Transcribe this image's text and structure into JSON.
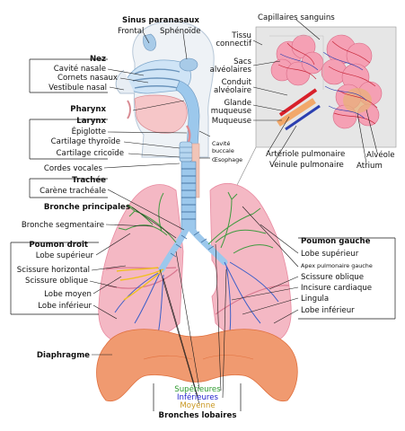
{
  "labels": {
    "sinus_title": "Sinus paranasaux",
    "frontal": "Frontal",
    "sphenoide": "Sphénoïde",
    "nez_title": "Nez",
    "cavite_nasale": "Cavité nasale",
    "cornets_nasaux": "Cornets nasaux",
    "vestibule_nasal": "Vestibule nasal",
    "pharynx": "Pharynx",
    "larynx_title": "Larynx",
    "epiglotte": "Épiglotte",
    "cartilage_thyroide": "Cartilage thyroïde",
    "cartilage_cricoide": "Cartilage cricoïde",
    "cordes_vocales": "Cordes vocales",
    "trachee_title": "Trachée",
    "carene_tracheale": "Carène trachéale",
    "bronche_principales": "Bronche principales",
    "bronche_segmentaire": "Bronche segmentaire",
    "poumon_droit_title": "Poumon droit",
    "pd_lobe_superieur": "Lobe supérieur",
    "pd_scissure_horizontal": "Scissure horizontal",
    "pd_scissure_oblique": "Scissure oblique",
    "pd_lobe_moyen": "Lobe moyen",
    "pd_lobe_inferieur": "Lobe inférieur",
    "diaphragme": "Diaphragme",
    "superieures": "Supérieures",
    "inferieures": "Inférieures",
    "moyenne": "Moyenne",
    "bronches_lobaires": "Bronches lobaires",
    "capillaires_sanguins": "Capillaires sanguins",
    "tissu_connectif_1": "Tissu",
    "tissu_connectif_2": "connectif",
    "sacs_alveolaires_1": "Sacs",
    "sacs_alveolaires_2": "alvéolaires",
    "conduit_alveolaire_1": "Conduit",
    "conduit_alveolaire_2": "alvéolaire",
    "glande_muqueuse_1": "Glande",
    "glande_muqueuse_2": "muqueuse",
    "muqueuse": "Muqueuse",
    "cavite_buccale_1": "Cavité",
    "cavite_buccale_2": "buccale",
    "oesophage": "Œsophage",
    "arteriole_pulmonaire": "Artériole pulmonaire",
    "veinule_pulmonaire": "Veinule pulmonaire",
    "alveole": "Alvéole",
    "atrium": "Atrium",
    "poumon_gauche_title": "Poumon gauche",
    "pg_lobe_superieur": "Lobe supérieur",
    "apex_pulmonaire": "Apex pulmonaire gauche",
    "pg_scissure_oblique": "Scissure oblique",
    "incisure_cardiaque": "Incisure cardiaque",
    "lingula": "Lingula",
    "pg_lobe_inferieur": "Lobe inférieur"
  },
  "colors": {
    "lung_pink": "#f4b8c4",
    "lung_edge": "#e88aa0",
    "diaphragm": "#f09a70",
    "diaphragm_dark": "#e0703e",
    "airway_blue": "#9cc8ec",
    "bronchi_green": "#3f9a3f",
    "bronchi_blue": "#3b5ec8",
    "bronchi_gold": "#f0c020",
    "alveoli_pink": "#f5a0b4",
    "artery_red": "#d8202a",
    "vein_blue": "#2b3fb0",
    "inset_bg": "#e6e6e6"
  }
}
